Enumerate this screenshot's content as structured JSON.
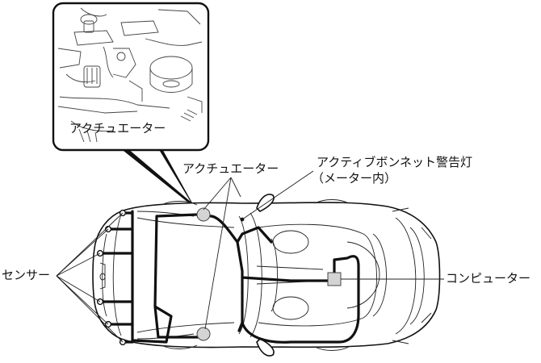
{
  "labels": {
    "inset_actuator": "アクチュエーター",
    "actuator": "アクチュエーター",
    "warning_lamp_line1": "アクティブボンネット警告灯",
    "warning_lamp_line2": "（メーター内）",
    "sensor": "センサー",
    "computer": "コンピューター"
  },
  "colors": {
    "line": "#111111",
    "component_fill": "#d4d4d4",
    "background": "#ffffff"
  }
}
